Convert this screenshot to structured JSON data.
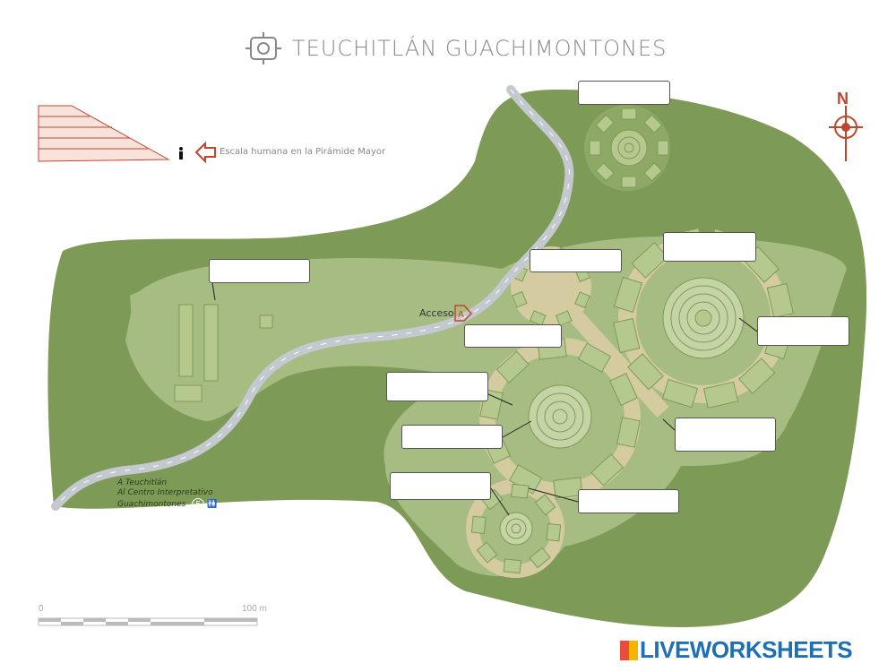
{
  "header": {
    "title": "TEUCHITLÁN GUACHIMONTONES",
    "logo_icon": "sun-glyph-icon"
  },
  "legend": {
    "scale_caption": "Escala humana en la Pirámide Mayor"
  },
  "map": {
    "access_label": "Acceso",
    "access_badge": "A",
    "compass_label": "N",
    "destination_lines": [
      "A Teuchitlán",
      "Al Centro Interpretativo",
      "Guachimontones"
    ],
    "destination_badge": "E",
    "colors": {
      "outer_land": "#7e9a57",
      "inner_land": "#a6bc82",
      "plaza": "#d5cba0",
      "road": "#c4c9d0",
      "accent": "#c0462b"
    }
  },
  "scale_bar": {
    "start": "0",
    "end": "100 m"
  },
  "answers": [
    {
      "value": "",
      "placeholder": ""
    },
    {
      "value": "",
      "placeholder": ""
    },
    {
      "value": "",
      "placeholder": ""
    },
    {
      "value": "",
      "placeholder": ""
    },
    {
      "value": "",
      "placeholder": ""
    },
    {
      "value": "",
      "placeholder": ""
    },
    {
      "value": "",
      "placeholder": ""
    },
    {
      "value": "",
      "placeholder": ""
    },
    {
      "value": "",
      "placeholder": ""
    },
    {
      "value": "",
      "placeholder": ""
    },
    {
      "value": "",
      "placeholder": ""
    }
  ],
  "footer": {
    "brand": "LIVEWORKSHEETS"
  }
}
